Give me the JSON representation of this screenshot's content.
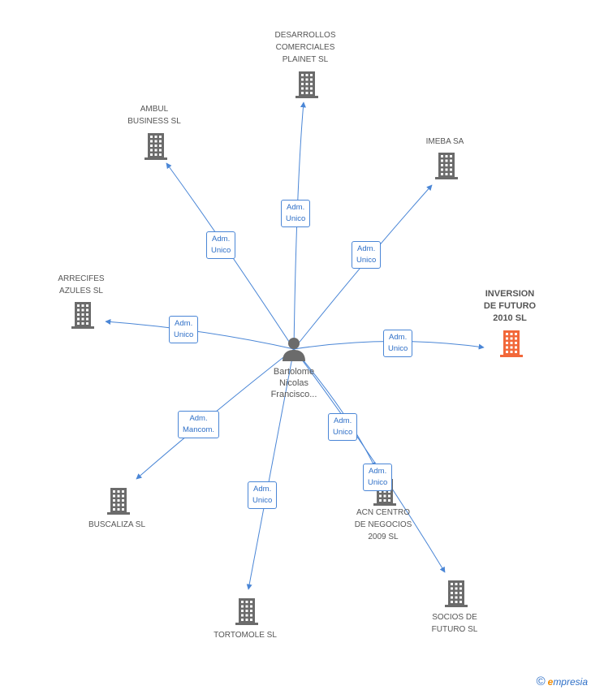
{
  "colors": {
    "edge": "#4a86d6",
    "building": "#6b6b6b",
    "building_highlight": "#f2683a",
    "person": "#6b6b6b"
  },
  "center": {
    "name": "Bartolome\nNicolas\nFrancisco...",
    "icon": "person-icon"
  },
  "companies": [
    {
      "id": "desarrollos",
      "name": "DESARROLLOS\nCOMERCIALES\nPLAINET SL",
      "highlight": false
    },
    {
      "id": "ambul",
      "name": "AMBUL\nBUSINESS SL",
      "highlight": false
    },
    {
      "id": "imeba",
      "name": "IMEBA SA",
      "highlight": false
    },
    {
      "id": "arrecifes",
      "name": "ARRECIFES\nAZULES  SL",
      "highlight": false
    },
    {
      "id": "inversion",
      "name": "INVERSION\nDE FUTURO\n2010 SL",
      "highlight": true
    },
    {
      "id": "buscaliza",
      "name": "BUSCALIZA  SL",
      "highlight": false
    },
    {
      "id": "acn",
      "name": "ACN CENTRO\nDE NEGOCIOS\n2009 SL",
      "highlight": false
    },
    {
      "id": "tortomole",
      "name": "TORTOMOLE SL",
      "highlight": false
    },
    {
      "id": "socios",
      "name": "SOCIOS DE\nFUTURO SL",
      "highlight": false
    }
  ],
  "relations": [
    {
      "to": "desarrollos",
      "role": "Adm.\nUnico"
    },
    {
      "to": "ambul",
      "role": "Adm.\nUnico"
    },
    {
      "to": "imeba",
      "role": "Adm.\nUnico"
    },
    {
      "to": "arrecifes",
      "role": "Adm.\nUnico"
    },
    {
      "to": "inversion",
      "role": "Adm.\nUnico"
    },
    {
      "to": "buscaliza",
      "role": "Adm.\nMancom."
    },
    {
      "to": "acn",
      "role": "Adm.\nUnico"
    },
    {
      "to": "socios",
      "role": "Adm.\nUnico"
    },
    {
      "to": "tortomole",
      "role": "Adm.\nUnico"
    }
  ],
  "brand": {
    "copyright": "©",
    "e": "e",
    "rest": "mpresia"
  }
}
